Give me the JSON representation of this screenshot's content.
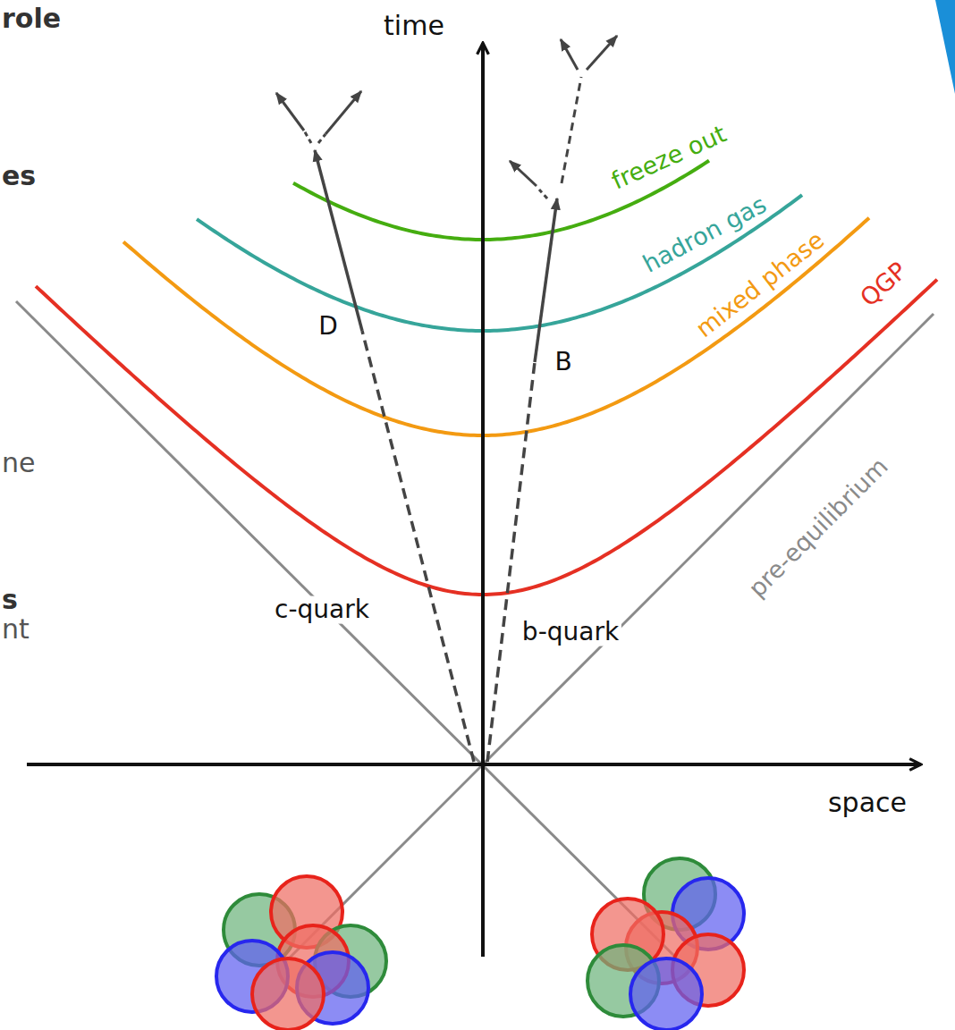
{
  "diagram": {
    "labels": [
      "role",
      "es",
      "ne",
      "s",
      "nt",
      "time",
      "freeze out",
      "hadron gas",
      "mixed phase",
      "QGP",
      "D",
      "B",
      "pre-equilibrium",
      "c-quark",
      "b-quark",
      "space"
    ]
  }
}
